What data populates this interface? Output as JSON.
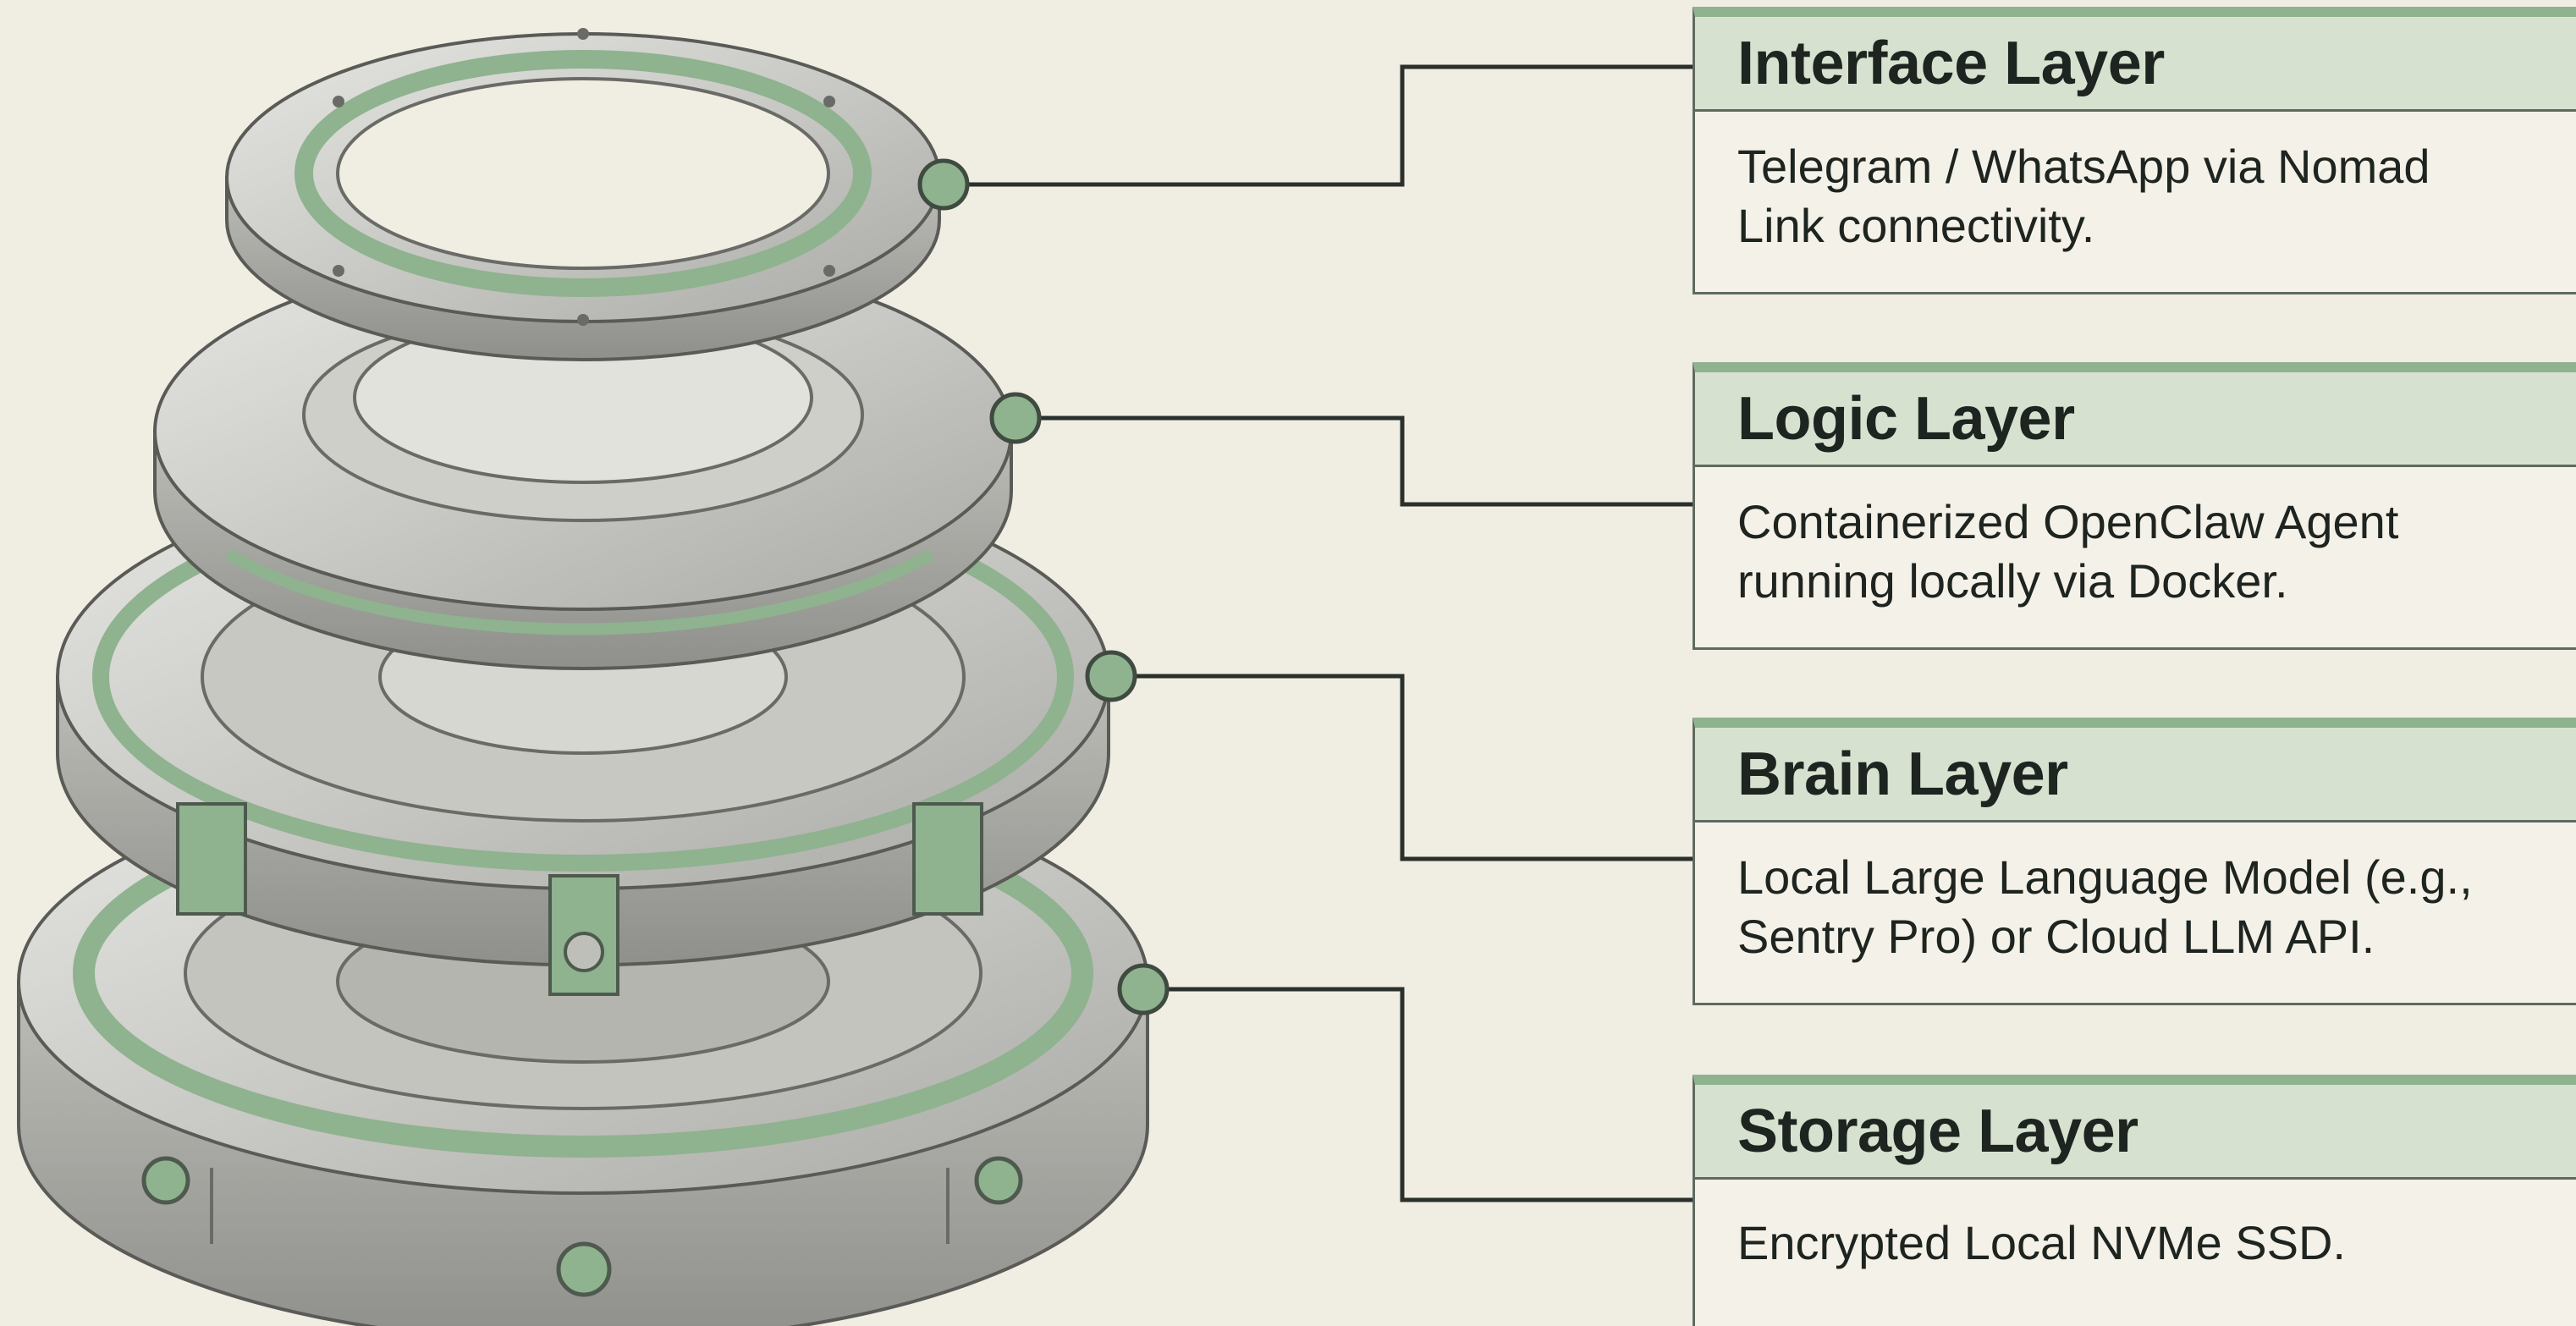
{
  "layers": [
    {
      "id": "interface",
      "title": "Interface Layer",
      "description": "Telegram / WhatsApp via Nomad Link connectivity."
    },
    {
      "id": "logic",
      "title": "Logic Layer",
      "description": "Containerized OpenClaw Agent running locally via Docker."
    },
    {
      "id": "brain",
      "title": "Brain Layer",
      "description": "Local Large Language Model (e.g., Sentry Pro) or Cloud LLM API."
    },
    {
      "id": "storage",
      "title": "Storage Layer",
      "description": "Encrypted Local NVMe SSD."
    }
  ],
  "colors": {
    "background": "#f0ede3",
    "accent_green": "#8fb28f",
    "header_fill": "#d6e2cf",
    "line": "#2a302b",
    "metal": "#cfcfcb"
  }
}
